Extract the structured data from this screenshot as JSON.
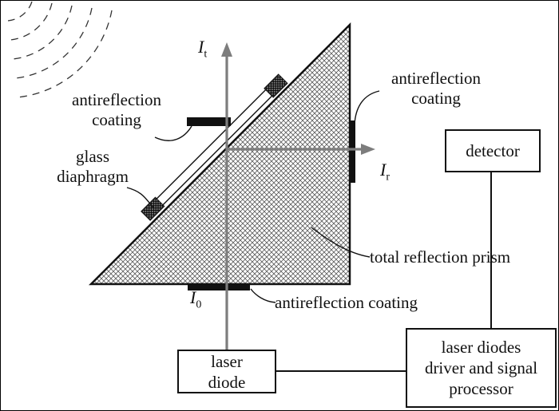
{
  "labels": {
    "antireflection_top_left": {
      "line1": "antireflection",
      "line2": "coating"
    },
    "glass_diaphragm": {
      "line1": "glass",
      "line2": "diaphragm"
    },
    "antireflection_top_right": {
      "line1": "antireflection",
      "line2": "coating"
    },
    "total_reflection_prism": {
      "text": "total reflection prism"
    },
    "antireflection_bottom": {
      "text": "antireflection coating"
    }
  },
  "beams": {
    "transmitted": {
      "symbol": "I",
      "subscript": "t"
    },
    "reflected": {
      "symbol": "I",
      "subscript": "r"
    },
    "incident": {
      "symbol": "I",
      "subscript": "0"
    }
  },
  "boxes": {
    "detector": {
      "label": "detector"
    },
    "laser_diode": {
      "line1": "laser",
      "line2": "diode"
    },
    "driver": {
      "line1": "laser diodes",
      "line2": "driver and signal",
      "line3": "processor"
    }
  },
  "icons": {
    "sound_waves": "dashed-arc-wavefronts",
    "prism": "crosshatched-right-triangle",
    "coatings": "black-bar-antireflection-coating",
    "diaphragm": "white-strip-with-hatched-end-mounts"
  },
  "colors": {
    "beam": "#7d7d7d",
    "line": "#111111",
    "hatch": "#5a5a5a",
    "background": "#ffffff"
  }
}
